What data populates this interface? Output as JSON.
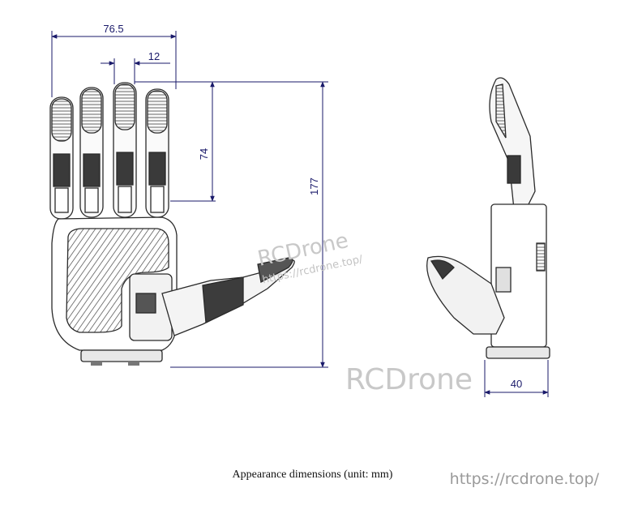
{
  "dimensions": {
    "total_width": "76.5",
    "finger_pitch": "12",
    "finger_length": "74",
    "total_height": "177",
    "side_thickness": "40"
  },
  "watermark": {
    "brand_small": "RCDrone",
    "url_small": "https://rcdrone.top/",
    "brand_large": "RCDrone"
  },
  "caption": "Appearance dimensions (unit: mm)",
  "footer_url": "https://rcdrone.top/",
  "colors": {
    "dimension_line": "#1a1a6a",
    "outline": "#2a2a2a",
    "watermark": "#c8c8c8"
  }
}
